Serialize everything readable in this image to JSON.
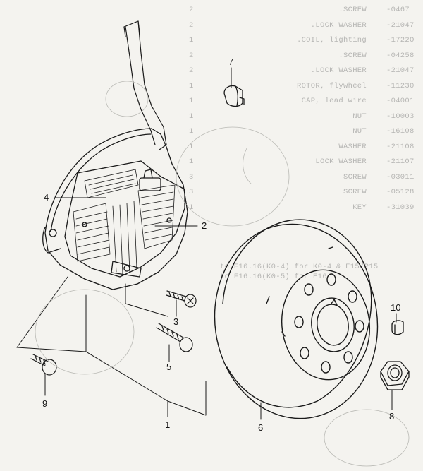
{
  "bleed_through_parts_list": {
    "rows": [
      {
        "code": "-0467",
        "qty": "2",
        "desc": ".SCREW"
      },
      {
        "code": "-21047",
        "qty": "2",
        "desc": ".LOCK WASHER"
      },
      {
        "code": "-1722O",
        "qty": "1",
        "desc": ".COIL, lighting"
      },
      {
        "code": "-04258",
        "qty": "2",
        "desc": ".SCREW"
      },
      {
        "code": "-21047",
        "qty": "2",
        "desc": ".LOCK WASHER"
      },
      {
        "code": "-11230",
        "qty": "1",
        "desc": "ROTOR, flywheel"
      },
      {
        "code": "-04001",
        "qty": "1",
        "desc": "CAP, lead wire"
      },
      {
        "code": "-10003",
        "qty": "1",
        "desc": "NUT"
      },
      {
        "code": "-16108",
        "qty": "1",
        "desc": "NUT"
      },
      {
        "code": "-21108",
        "qty": "1",
        "desc": "WASHER"
      },
      {
        "code": "-21107",
        "qty": "1",
        "desc": "LOCK WASHER"
      },
      {
        "code": "-03011",
        "qty": "3",
        "desc": "SCREW"
      },
      {
        "code": "-05128",
        "qty": "3",
        "desc": "SCREW"
      },
      {
        "code": "-31039",
        "qty": "1",
        "desc": "KEY"
      }
    ],
    "notes": [
      "to F16.16(K0-4) for K0-4 & E15/P15",
      "to F16.16(K0-5) for E16"
    ]
  },
  "callouts": {
    "c1": "1",
    "c2": "2",
    "c3": "3",
    "c4": "4",
    "c5": "5",
    "c6": "6",
    "c7": "7",
    "c8": "8",
    "c9": "9",
    "c10": "10"
  },
  "colors": {
    "ink": "#1a1a1a",
    "paper": "#f4f3ef",
    "bleed": "#6b6b6b"
  }
}
